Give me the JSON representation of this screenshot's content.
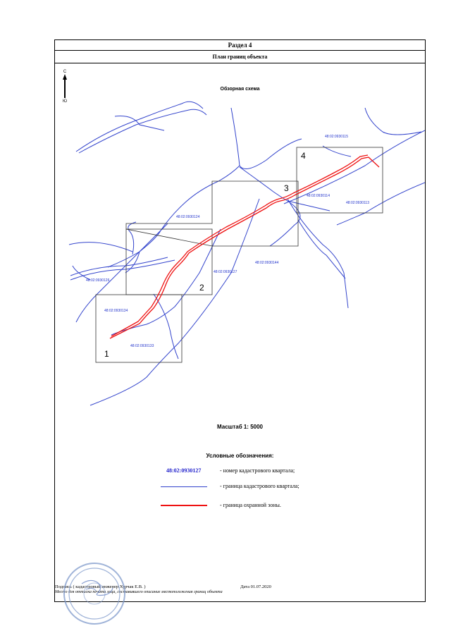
{
  "header": {
    "section": "Раздел 4",
    "plan_title": "План границ объекта"
  },
  "north_arrow": {
    "north": "С",
    "south": "Ю"
  },
  "overview_title": "Обзорная схема",
  "map": {
    "quarters": [
      "48:02:0930115",
      "48:02:0930114",
      "48:02:0930113",
      "48:02:0930124",
      "48:02:0930127",
      "48:02:0930144",
      "48:02:0930126",
      "48:02:0930134",
      "48:02:0930133"
    ],
    "sheets": [
      "1",
      "2",
      "3",
      "4"
    ],
    "colors": {
      "quarter_boundary": "#3344cc",
      "protection_zone": "#ee1111",
      "quarter_label": "#2233cc"
    }
  },
  "scale": "Масштаб 1: 5000",
  "legend": {
    "title": "Условные обозначения:",
    "items": [
      {
        "sample": "48:02:0930127",
        "desc": "- номер кадастрового квартала;"
      },
      {
        "sample": "",
        "desc": "- граница кадастрового квартала;"
      },
      {
        "sample": "",
        "desc": "- граница охранной зоны."
      }
    ]
  },
  "footer": {
    "signature": "Подпись                                   ( кадастровый инженер Хурчак Е.В. )",
    "date": "Дата 01.07.2020",
    "place_note": "Место для оттиска печати лица, составившего описание местоположения границ объекта"
  }
}
